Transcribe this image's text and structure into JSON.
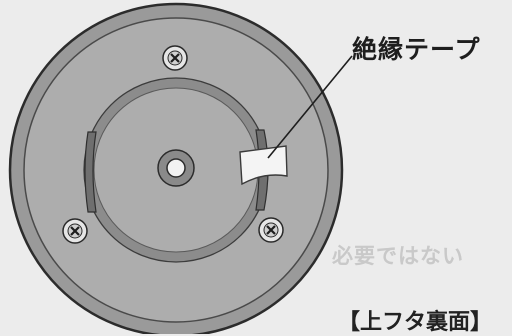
{
  "callout": {
    "label": "絶縁テープ"
  },
  "caption": {
    "text": "【上フタ裏面】"
  },
  "bleed_text": {
    "text": "必要ではない"
  },
  "colors": {
    "background": "#ececec",
    "plate": "#a9a9a9",
    "ring": "#8e8e8e",
    "tape": "#f4f4f4",
    "outline": "#303030"
  }
}
